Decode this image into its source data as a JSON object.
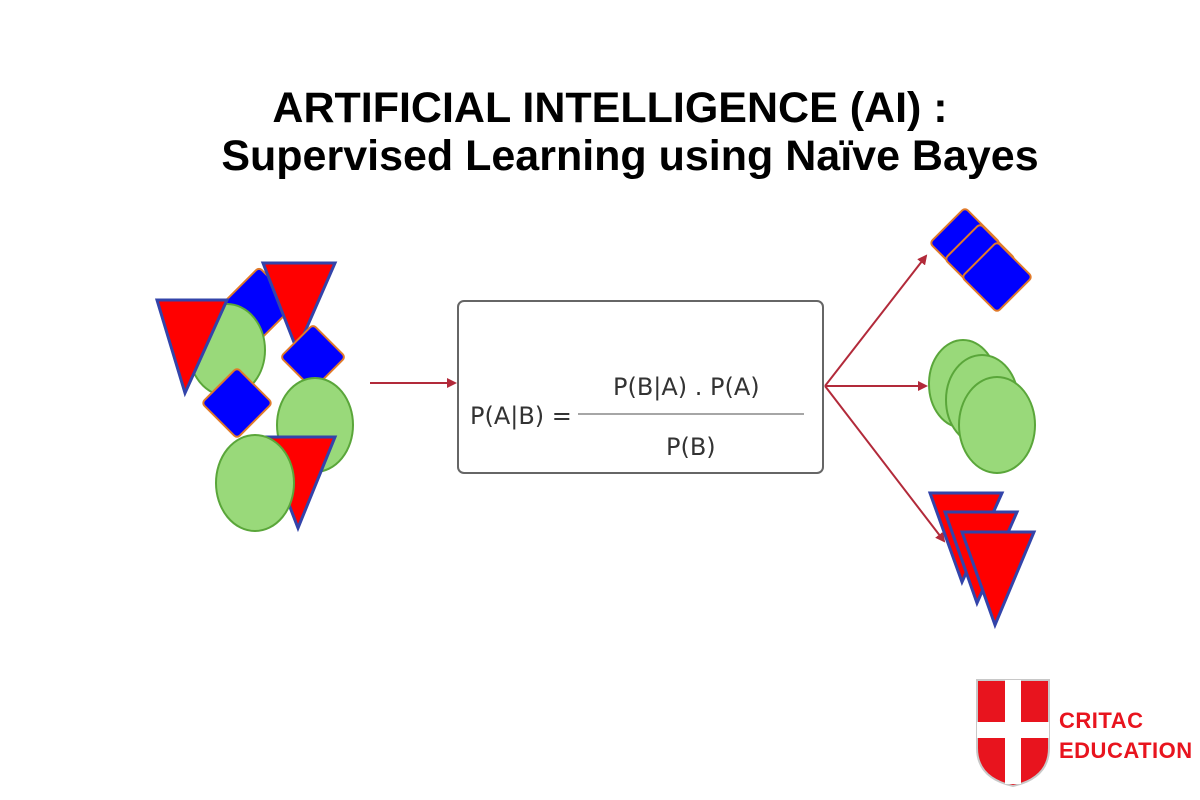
{
  "title": {
    "line1": "ARTIFICIAL INTELLIGENCE (AI) :",
    "line2": "Supervised Learning using Naïve Bayes"
  },
  "formula": {
    "lhs": "P(A|B) =",
    "numerator": "P(B|A)  . P(A)",
    "denominator": "P(B)"
  },
  "classes": [
    {
      "shape": "diamond",
      "color": "#0000ff",
      "count": 3
    },
    {
      "shape": "circle",
      "color": "#99d97a",
      "count": 3
    },
    {
      "shape": "triangle",
      "color": "#ff0000",
      "count": 3
    }
  ],
  "colors": {
    "blue": "#0000ff",
    "green": "#99d97a",
    "red": "#ff0000",
    "arrow": "#b22a3a",
    "box_border": "#666666",
    "logo_red": "#e8141e"
  },
  "logo": {
    "line1": "CRITAC",
    "line2": "EDUCATION"
  }
}
